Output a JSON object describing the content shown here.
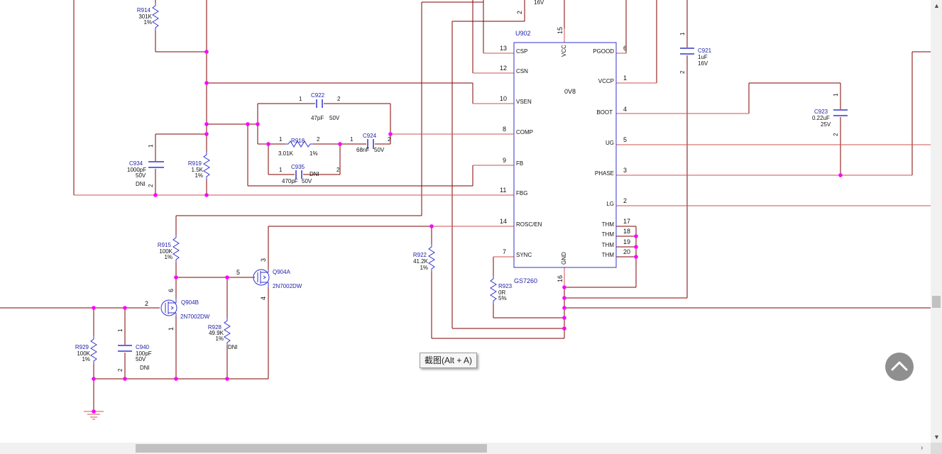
{
  "ic": {
    "ref": "U902",
    "part": "GS7260",
    "center_label": "0V8",
    "top_pins": [
      {
        "num": "15",
        "name": "VCC"
      }
    ],
    "left_pins": [
      {
        "num": "13",
        "name": "CSP"
      },
      {
        "num": "12",
        "name": "CSN"
      },
      {
        "num": "10",
        "name": "VSEN"
      },
      {
        "num": "8",
        "name": "COMP"
      },
      {
        "num": "9",
        "name": "FB"
      },
      {
        "num": "11",
        "name": "FBG"
      },
      {
        "num": "14",
        "name": "ROSC/EN"
      },
      {
        "num": "7",
        "name": "SYNC"
      }
    ],
    "right_pins": [
      {
        "num": "6",
        "name": "PGOOD"
      },
      {
        "num": "1",
        "name": "VCCP"
      },
      {
        "num": "4",
        "name": "BOOT"
      },
      {
        "num": "5",
        "name": "UG"
      },
      {
        "num": "3",
        "name": "PHASE"
      },
      {
        "num": "2",
        "name": "LG"
      },
      {
        "num": "17",
        "name": "THM"
      },
      {
        "num": "18",
        "name": "THM"
      },
      {
        "num": "19",
        "name": "THM"
      },
      {
        "num": "20",
        "name": "THM"
      }
    ],
    "bottom_pins": [
      {
        "num": "16",
        "name": "GND"
      }
    ]
  },
  "resistors": [
    {
      "ref": "R914",
      "value": "301K",
      "tol": "1%"
    },
    {
      "ref": "R918",
      "value": "3.01K",
      "tol": "1%"
    },
    {
      "ref": "R919",
      "value": "1.5K",
      "tol": "1%"
    },
    {
      "ref": "R915",
      "value": "100K",
      "tol": "1%"
    },
    {
      "ref": "R922",
      "value": "41.2K",
      "tol": "1%"
    },
    {
      "ref": "R923",
      "value": "0R",
      "tol": "5%"
    },
    {
      "ref": "R928",
      "value": "49.9K",
      "tol": "1%",
      "note": "DNI"
    },
    {
      "ref": "R929",
      "value": "100K",
      "tol": "1%"
    }
  ],
  "capacitors": [
    {
      "ref": "C922",
      "value": "47pF",
      "voltage": "50V"
    },
    {
      "ref": "C924",
      "value": "68nF",
      "voltage": "50V"
    },
    {
      "ref": "C935",
      "value": "470pF",
      "voltage": "50V",
      "note": "DNI"
    },
    {
      "ref": "C934",
      "value": "1000pF",
      "voltage": "50V",
      "note": "DNI"
    },
    {
      "ref": "C921",
      "value": "1uF",
      "voltage": "16V"
    },
    {
      "ref": "C923",
      "value": "0.22uF",
      "voltage": "25V"
    },
    {
      "ref": "C940",
      "value": "100pF",
      "voltage": "50V",
      "note": "DNI"
    }
  ],
  "transistors": [
    {
      "ref": "Q904A",
      "part": "2N7002DW"
    },
    {
      "ref": "Q904B",
      "part": "2N7002DW"
    }
  ],
  "top_fragment": {
    "voltage": "16V",
    "pin": "2"
  },
  "tooltip": "截图(Alt + A)",
  "colors": {
    "wire": "#800000",
    "body": "#3333cc",
    "pin_line": "#d05050",
    "junction": "#ff00ff",
    "text": "#111111",
    "label_blue": "#2222aa"
  }
}
